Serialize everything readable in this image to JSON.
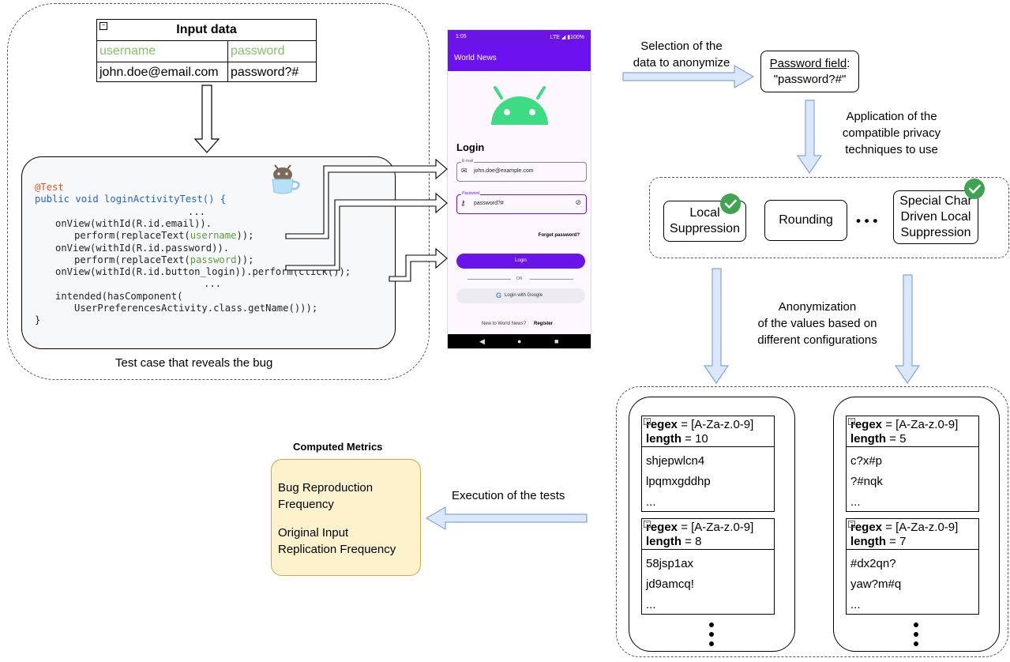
{
  "input_table": {
    "title": "Input data",
    "headers": [
      "username",
      "password"
    ],
    "values": [
      "john.doe@email.com",
      "password?#"
    ],
    "header_color": "#82c36b"
  },
  "code": {
    "lines": [
      {
        "t": "@Test"
      },
      {
        "t": "public void loginActivityTest() {"
      },
      {
        "t": "..."
      },
      {
        "t": "onView(withId(R.id.email))."
      },
      {
        "t": "perform(replaceText(",
        "hl": "username",
        "end": "));"
      },
      {
        "t": "onView(withId(R.id.password))."
      },
      {
        "t": "perform(replaceText(",
        "hl": "password",
        "end": "));"
      },
      {
        "t": "onView(withId(R.id.button_login)).perform(click());"
      },
      {
        "t": "..."
      },
      {
        "t": "intended(hasComponent("
      },
      {
        "t": "UserPreferencesActivity.class.getName()));"
      },
      {
        "t": "}"
      }
    ]
  },
  "test_caption": "Test case that reveals the bug",
  "phone": {
    "status_time": "1:05",
    "status_right": "LTE ◢ ▮100%",
    "app_title": "World News",
    "heading": "Login",
    "email_label": "E-mail",
    "email_value": "john.doe@example.com",
    "password_label": "Password",
    "password_value": "password?#",
    "forgot": "Forgot password?",
    "login_button": "Login",
    "or_text": "OR",
    "google_button": "Login with Google",
    "new_text": "New to World News?",
    "register": "Register",
    "accent": "#6a14e6",
    "android_green": "#3ddc84"
  },
  "flow": {
    "selection_label": [
      "Selection of the",
      "data to anonymize"
    ],
    "password_field_title": "Password field",
    "password_field_colon": ":",
    "password_field_value": "\"password?#\"",
    "application_label": [
      "Application of the",
      "compatible privacy",
      "techniques to use"
    ],
    "techniques": [
      {
        "label": [
          "Local",
          "Suppression"
        ],
        "checked": true
      },
      {
        "label": [
          "Rounding"
        ],
        "checked": false
      },
      {
        "label": [
          "Special Char",
          "Driven Local",
          "Suppression"
        ],
        "checked": true
      }
    ],
    "ellipsis": "• • •",
    "anonymization_label": [
      "Anonymization",
      "of the values based on",
      "different configurations"
    ],
    "execution_label": "Execution of the tests",
    "metrics_title": "Computed Metrics",
    "metrics": [
      [
        "Bug Reproduction",
        "Frequency"
      ],
      [
        "Original Input",
        "Replication Frequency"
      ]
    ],
    "arrow_fill": "#dbe8fb",
    "arrow_stroke": "#7fa7d8"
  },
  "configs": [
    {
      "key1": "regex",
      "val1": " = [A-Za-z.0-9]",
      "key2": "length",
      "val2": " = 10",
      "values": [
        "shjepwlcn4",
        "lpqmxgddhp",
        "..."
      ]
    },
    {
      "key1": "regex",
      "val1": " = [A-Za-z.0-9]",
      "key2": "length",
      "val2": " = 8",
      "values": [
        "58jsp1ax",
        "jd9amcq!",
        "..."
      ]
    },
    {
      "key1": "regex",
      "val1": " = [A-Za-z.0-9]",
      "key2": "length",
      "val2": " = 5",
      "values": [
        "c?x#p",
        "?#nqk",
        "..."
      ]
    },
    {
      "key1": "regex",
      "val1": " = [A-Za-z.0-9]",
      "key2": "length",
      "val2": " = 7",
      "values": [
        "#dx2qn?",
        "yaw?m#q",
        "..."
      ]
    }
  ]
}
